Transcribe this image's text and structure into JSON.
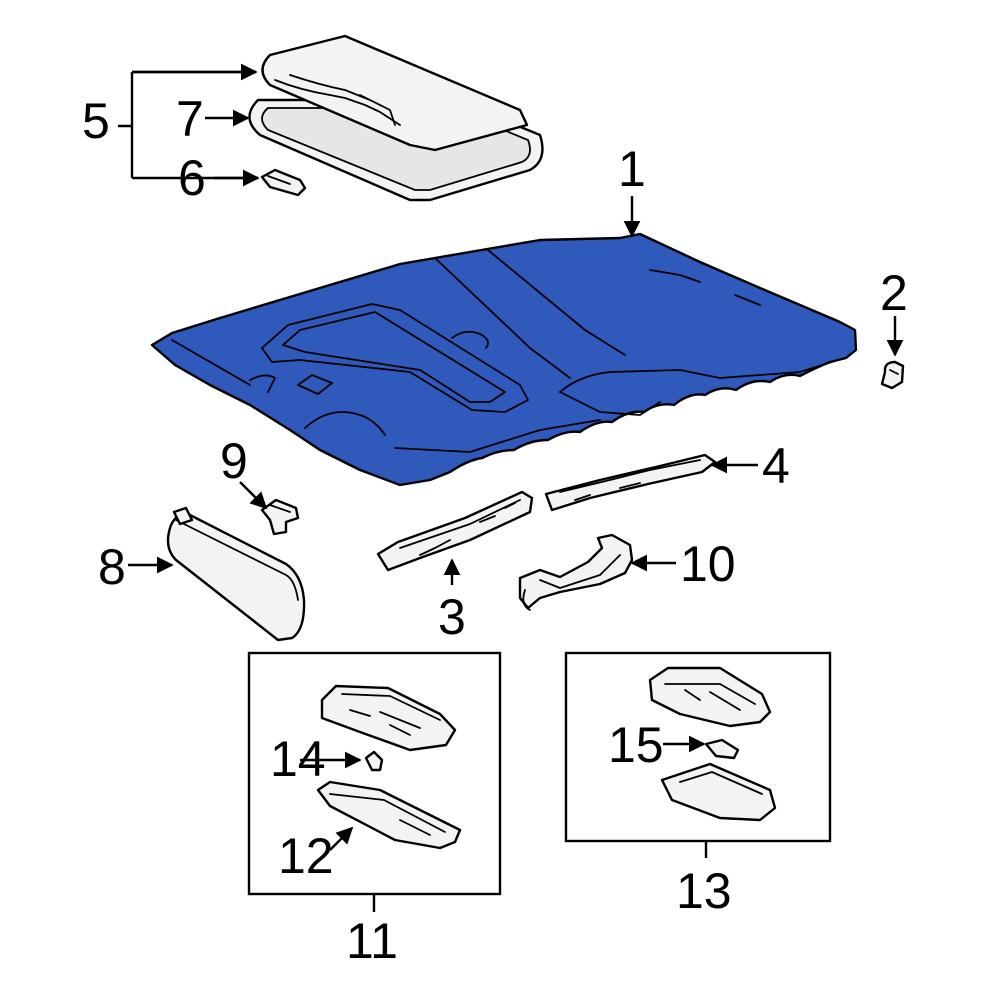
{
  "colors": {
    "highlight": "#3059bc",
    "outline": "#000000",
    "part_fill": "#f3f3f3"
  },
  "callouts": {
    "c1": "1",
    "c2": "2",
    "c3": "3",
    "c4": "4",
    "c5": "5",
    "c6": "6",
    "c7": "7",
    "c8": "8",
    "c9": "9",
    "c10": "10",
    "c11": "11",
    "c12": "12",
    "c13": "13",
    "c14": "14",
    "c15": "15"
  }
}
